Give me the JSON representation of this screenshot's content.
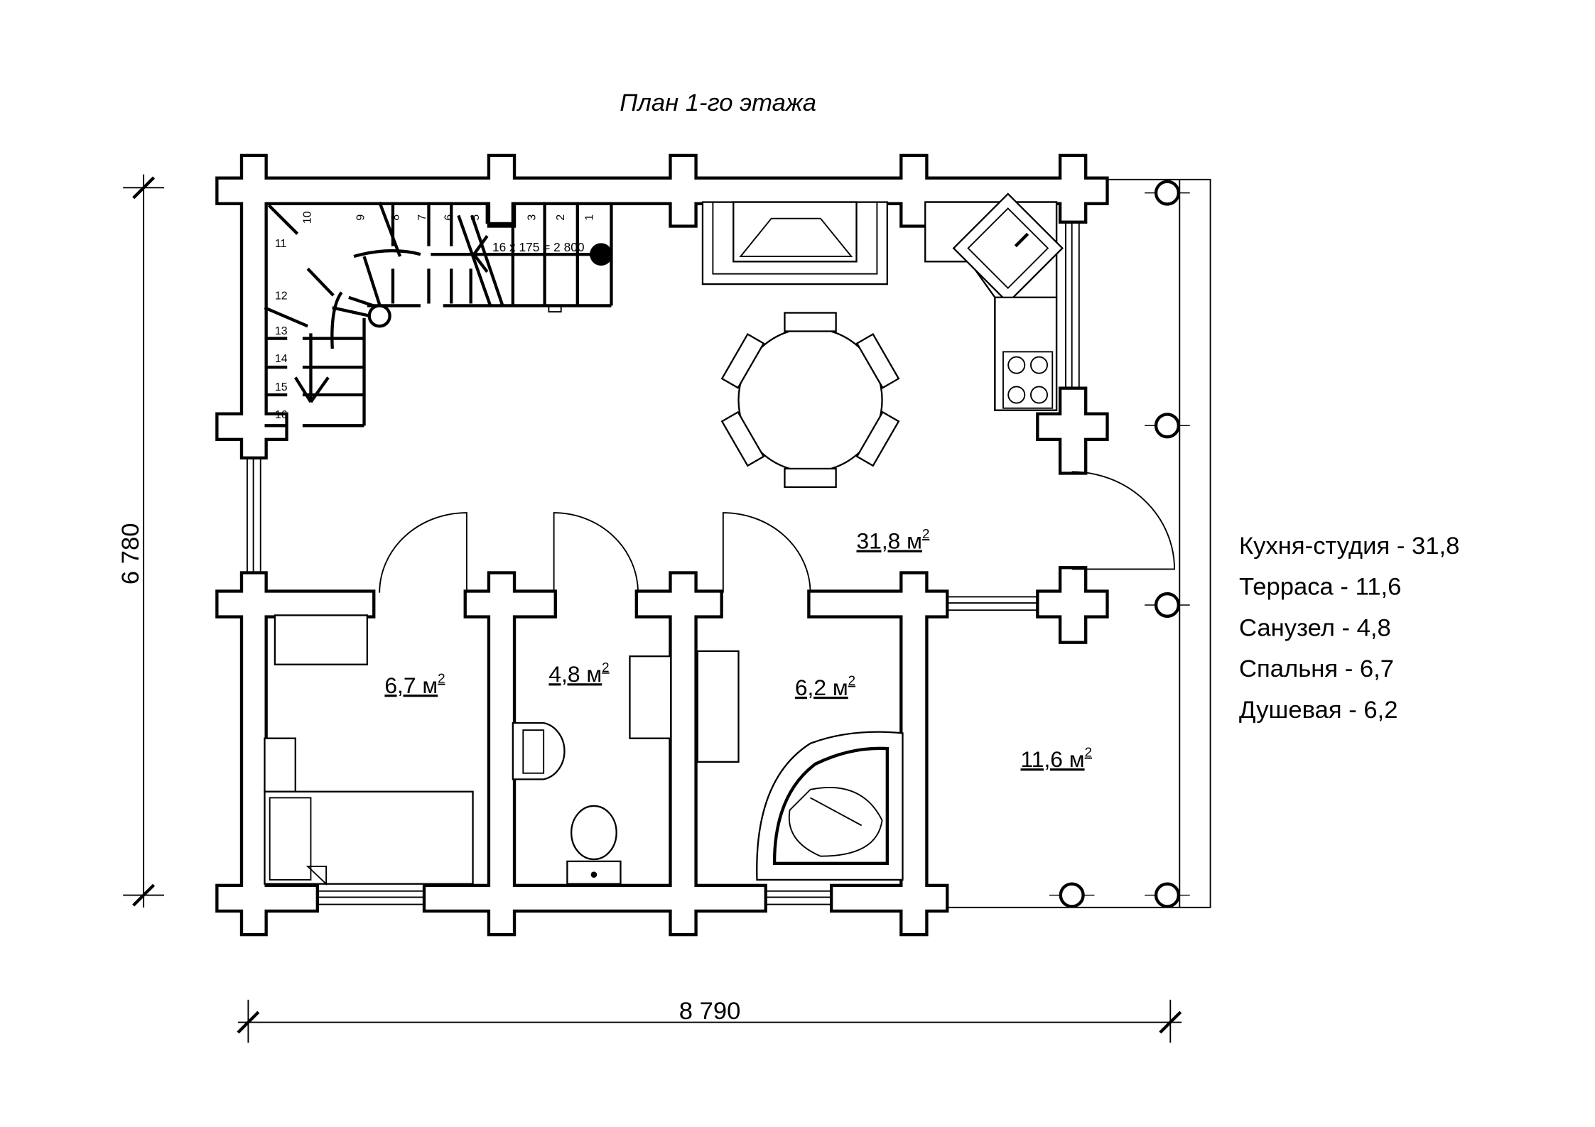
{
  "title": "План 1-го этажа",
  "dimensions": {
    "height": "6 780",
    "width": "8 790"
  },
  "stair": {
    "formula": "16 x 175 = 2 800",
    "steps": [
      "1",
      "2",
      "3",
      "5",
      "6",
      "7",
      "8",
      "9",
      "10",
      "11",
      "12",
      "13",
      "14",
      "15",
      "16"
    ]
  },
  "rooms": [
    {
      "area": "31,8 м",
      "sup": "2"
    },
    {
      "area": "6,7 м",
      "sup": "2"
    },
    {
      "area": "4,8 м",
      "sup": "2"
    },
    {
      "area": "6,2 м",
      "sup": "2"
    },
    {
      "area": "11,6 м",
      "sup": "2"
    }
  ],
  "legend": [
    "Кухня-студия - 31,8",
    "Терраса - 11,6",
    "Санузел - 4,8",
    "Спальня - 6,7",
    "Душевая - 6,2"
  ]
}
